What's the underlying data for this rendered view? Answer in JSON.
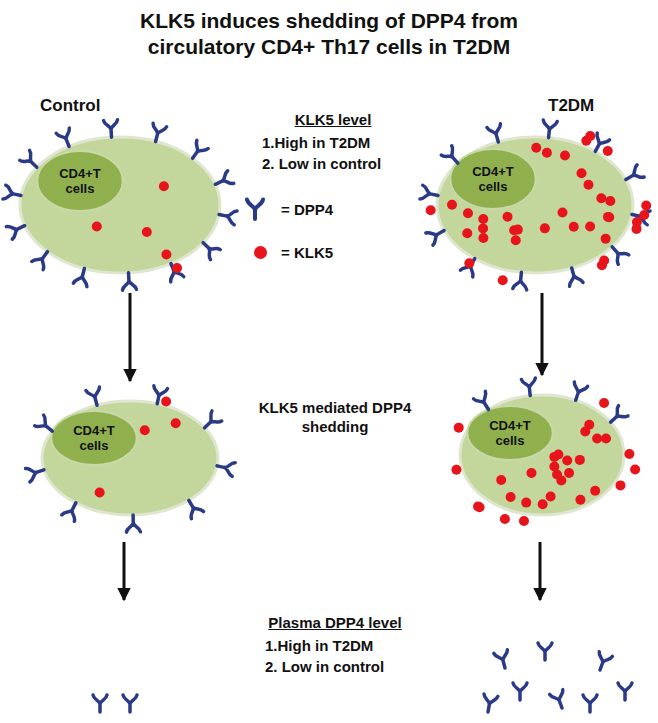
{
  "diagram": {
    "title": "KLK5 induces shedding of DPP4 from circulatory CD4+ Th17 cells in T2DM",
    "nodes": [
      {
        "text": [
          "CD4+T cells"
        ]
      },
      {
        "text": [
          "CD4+T cells"
        ]
      },
      {
        "text": [
          "CD4+T cells"
        ]
      },
      {
        "text": [
          "CD4+T cells"
        ]
      }
    ],
    "edges": [
      {
        "from": 0,
        "to": 2,
        "arrow": "to"
      },
      {
        "from": 1,
        "to": 3,
        "arrow": "to"
      }
    ],
    "labels": [
      "Control",
      "T2DM",
      "KLK5 level",
      "1.High in T2DM",
      "2. Low in control",
      "KLK5 mediated DPP4 shedding",
      "Plasma DPP4 level",
      "1.High in T2DM",
      "2. Low in control"
    ],
    "legend": [
      {
        "text": "= DPP4"
      },
      {
        "text": "= KLK5",
        "color": "#e8141c"
      }
    ]
  }
}
